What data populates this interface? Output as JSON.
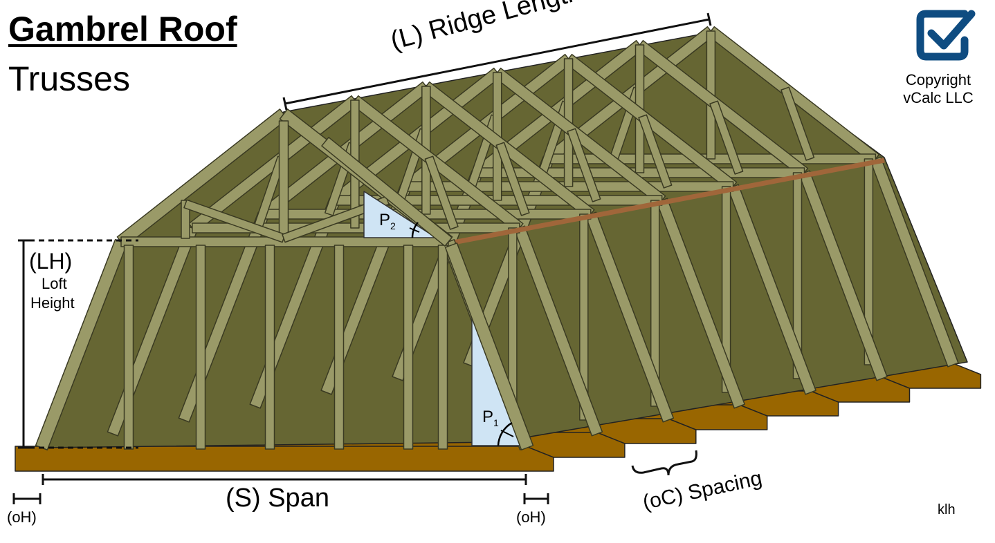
{
  "header": {
    "title": "Gambrel Roof",
    "subtitle": "Trusses"
  },
  "branding": {
    "logo_icon": "checkbox-check-icon",
    "copyright_line1": "Copyright",
    "copyright_line2": "vCalc LLC",
    "logo_color": "#0f4c81"
  },
  "dimensions": {
    "ridge_length": "(L) Ridge Length",
    "loft_height_abbr": "(LH)",
    "loft_height_line1": "Loft",
    "loft_height_line2": "Height",
    "span": "(S) Span",
    "overhang_left": "(oH)",
    "overhang_right": "(oH)",
    "spacing": "(oC) Spacing"
  },
  "angles": {
    "p2_letter": "P",
    "p2_sub": "2",
    "p1_letter": "P",
    "p1_sub": "1"
  },
  "author": "klh",
  "colors": {
    "timber": "#9a9a68",
    "sheathing": "#666633",
    "floor": "#996600",
    "ridge_beam": "#a0663a",
    "angle_fill": "#cfe4f4",
    "outline": "#222222"
  }
}
